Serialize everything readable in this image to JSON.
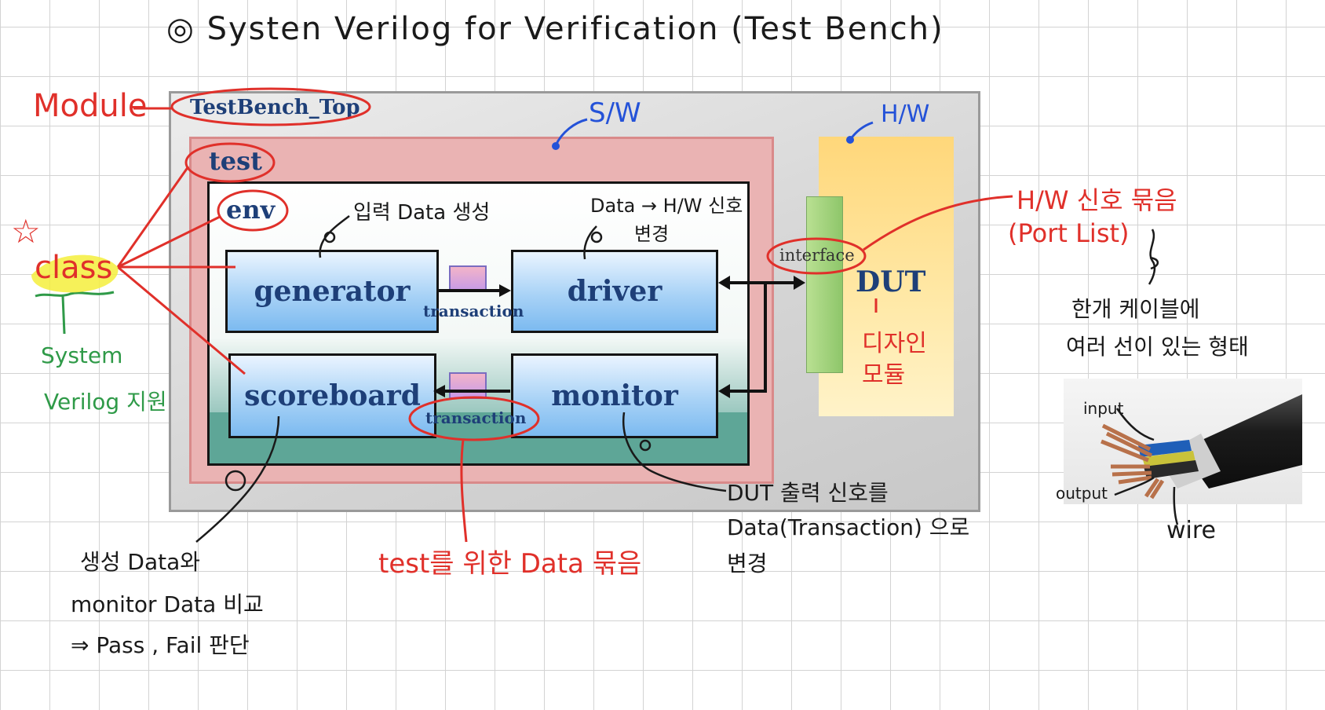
{
  "title": "◎ Systen Verilog for Verification (Test Bench)",
  "diagram": {
    "top_label": "TestBench_Top",
    "test_label": "test",
    "env_label": "env",
    "generator": "generator",
    "driver": "driver",
    "scoreboard": "scoreboard",
    "monitor": "monitor",
    "transaction_top": "transaction",
    "transaction_bottom": "transaction",
    "interface": "interface",
    "dut": "DUT"
  },
  "annotations": {
    "module": "Module",
    "sw": "S/W",
    "hw": "H/W",
    "class": "class",
    "star": "☆",
    "system_verilog_1": "System",
    "system_verilog_2": "Verilog 지원",
    "gen_note": "입력 Data 생성",
    "driver_note_1": "Data → H/W 신호",
    "driver_note_2": "변경",
    "hw_bundle_1": "H/W 신호 묶음",
    "hw_bundle_2": "(Port List)",
    "design_module_1": "디자인",
    "design_module_2": "모듈",
    "cable_note_1": "한개 케이블에",
    "cable_note_2": "여러 선이 있는 형태",
    "scoreboard_note_1": "생성 Data와",
    "scoreboard_note_2": "monitor Data 비교",
    "scoreboard_note_3": "⇒ Pass , Fail 판단",
    "transaction_note": "test를 위한  Data 묶음",
    "monitor_note_1": "DUT 출력 신호를",
    "monitor_note_2": "Data(Transaction) 으로",
    "monitor_note_3": "변경",
    "cable_input": "input",
    "cable_output": "output",
    "cable_wire": "wire"
  },
  "colors": {
    "red_pen": "#e0302a",
    "blue_pen": "#2452d8",
    "green_pen": "#2f9a48",
    "highlight": "#f4ee3c",
    "box_text": "#1e3f78"
  }
}
